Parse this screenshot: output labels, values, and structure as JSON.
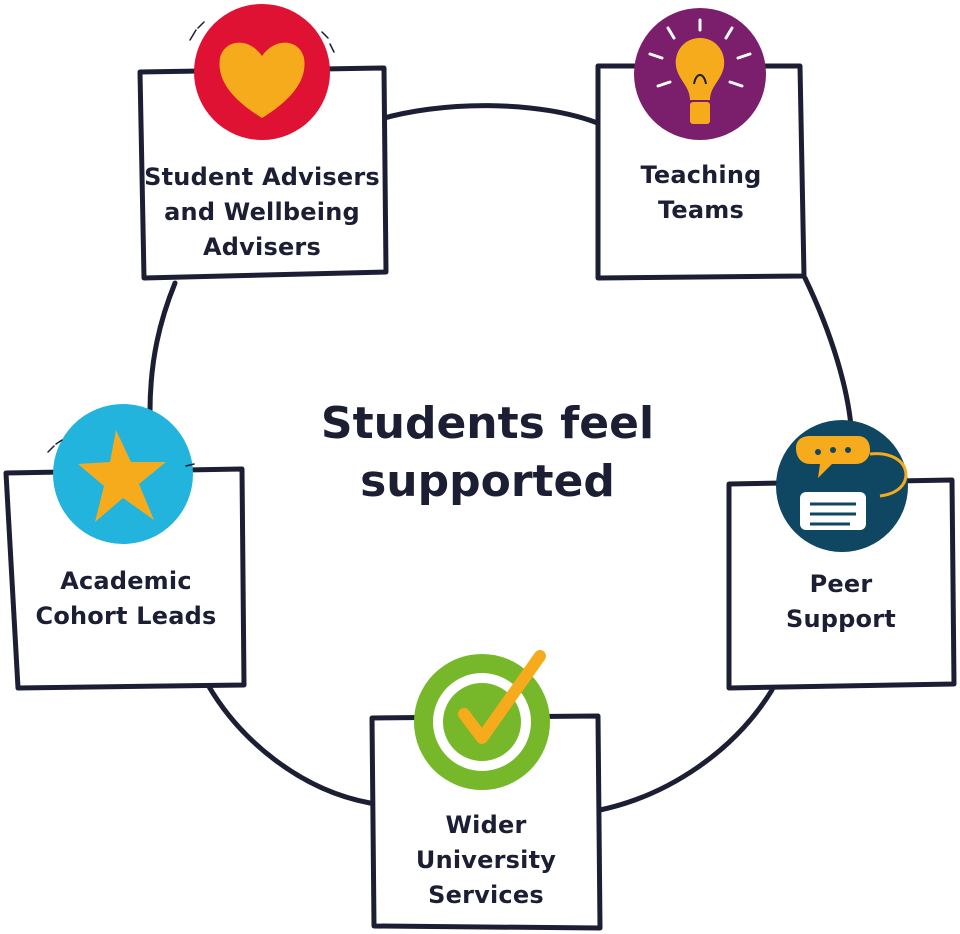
{
  "center": {
    "line1": "Students feel",
    "line2": "supported"
  },
  "nodes": [
    {
      "id": "student-advisers",
      "lines": [
        "Student Advisers",
        "and Wellbeing",
        "Advisers"
      ],
      "icon": "heart-icon",
      "circle_color": "#e01233",
      "icon_color": "#f6ab1c"
    },
    {
      "id": "teaching-teams",
      "lines": [
        "Teaching",
        "Teams"
      ],
      "icon": "lightbulb-icon",
      "circle_color": "#7b1e6c",
      "icon_color": "#f6ab1c"
    },
    {
      "id": "peer-support",
      "lines": [
        "Peer",
        "Support"
      ],
      "icon": "chat-bubbles-icon",
      "circle_color": "#0f4661",
      "icon_color": "#f6ab1c"
    },
    {
      "id": "wider-services",
      "lines": [
        "Wider",
        "University",
        "Services"
      ],
      "icon": "checkmark-icon",
      "circle_color": "#76b82a",
      "icon_color": "#f6ab1c"
    },
    {
      "id": "cohort-leads",
      "lines": [
        "Academic",
        "Cohort Leads"
      ],
      "icon": "star-icon",
      "circle_color": "#22b4dc",
      "icon_color": "#f6ab1c"
    }
  ],
  "colors": {
    "ink": "#1c1f33",
    "background": "#ffffff"
  }
}
